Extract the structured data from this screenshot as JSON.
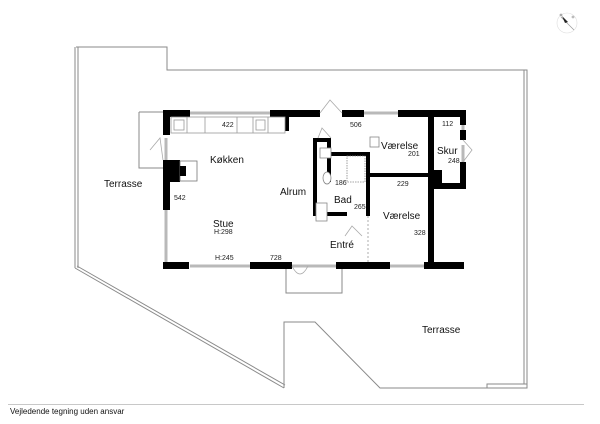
{
  "plan": {
    "rooms": [
      {
        "id": "koekken",
        "label": "Køkken"
      },
      {
        "id": "terrasse-west",
        "label": "Terrasse"
      },
      {
        "id": "alrum",
        "label": "Alrum"
      },
      {
        "id": "stue",
        "label": "Stue",
        "sub": "H:298"
      },
      {
        "id": "bad",
        "label": "Bad"
      },
      {
        "id": "vaerelse-1",
        "label": "Værelse"
      },
      {
        "id": "vaerelse-2",
        "label": "Værelse"
      },
      {
        "id": "skur",
        "label": "Skur"
      },
      {
        "id": "entre",
        "label": "Entré"
      },
      {
        "id": "terrasse-south",
        "label": "Terrasse"
      }
    ],
    "dimensions": {
      "koekken_width": "422",
      "north_width": "506",
      "skur_top": "112",
      "vaerelse1_depth": "201",
      "skur_depth": "248",
      "bad_width": "186",
      "vaerelse2_width": "229",
      "bad_depth": "265",
      "vaerelse2_depth": "328",
      "west_depth": "542",
      "window_height": "H:245",
      "south_width": "728"
    },
    "colors": {
      "wall": "#000000",
      "outline": "#8a8a8a",
      "window": "#b9b9b9"
    }
  },
  "compass": {
    "icon": "north-arrow-icon"
  },
  "footer": {
    "disclaimer": "Vejledende tegning uden ansvar"
  }
}
